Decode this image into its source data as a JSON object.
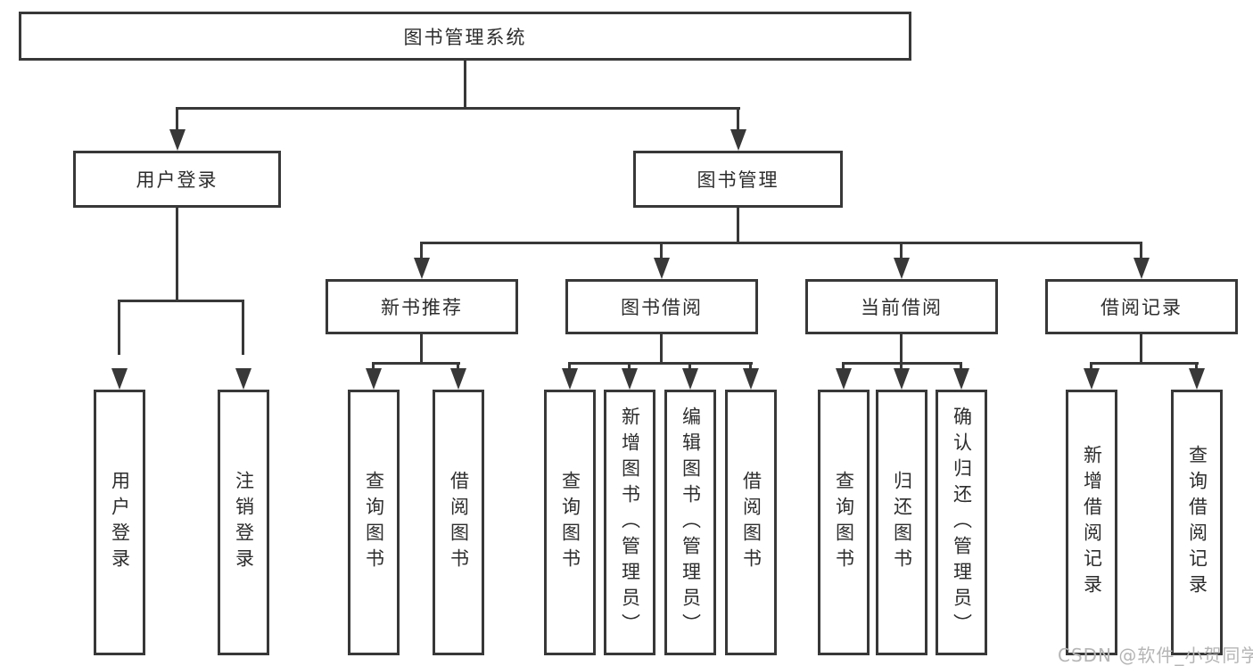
{
  "diagram_type": "functional-structure-tree",
  "tree": {
    "root": {
      "label": "图书管理系统"
    },
    "children": [
      {
        "label": "用户登录",
        "children": [
          {
            "label": "用户登录"
          },
          {
            "label": "注销登录"
          }
        ]
      },
      {
        "label": "图书管理",
        "children": [
          {
            "label": "新书推荐",
            "children": [
              {
                "label": "查询图书"
              },
              {
                "label": "借阅图书"
              }
            ]
          },
          {
            "label": "图书借阅",
            "children": [
              {
                "label": "查询图书"
              },
              {
                "label": "新增图书（管理员）"
              },
              {
                "label": "编辑图书（管理员）"
              },
              {
                "label": "借阅图书"
              }
            ]
          },
          {
            "label": "当前借阅",
            "children": [
              {
                "label": "查询图书"
              },
              {
                "label": "归还图书"
              },
              {
                "label": "确认归还（管理员）"
              }
            ]
          },
          {
            "label": "借阅记录",
            "children": [
              {
                "label": "新增借阅记录"
              },
              {
                "label": "查询借阅记录"
              }
            ]
          }
        ]
      }
    ]
  },
  "watermark": {
    "text": "CSDN @软件_小贺同学"
  },
  "colors": {
    "line": "#383838",
    "text": "#2d2d2d",
    "background": "#ffffff",
    "watermark": "#b5b5b5"
  }
}
